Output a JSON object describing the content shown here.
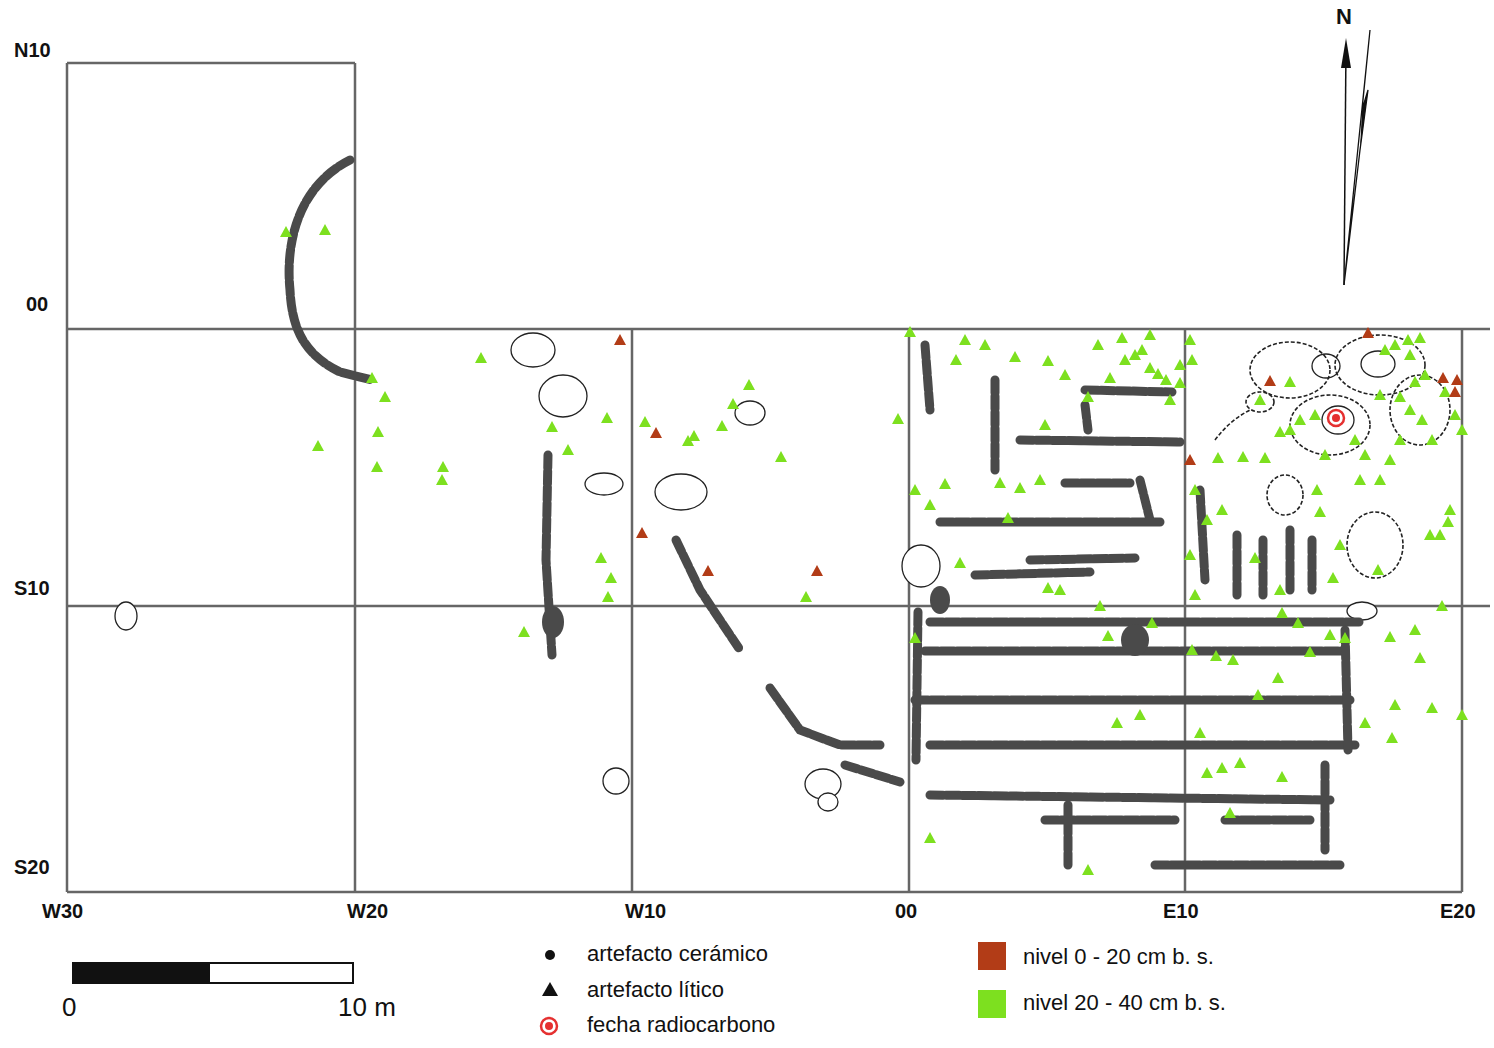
{
  "diagram": {
    "labels": [
      "N10",
      "00",
      "S10",
      "S20",
      "W30",
      "W20",
      "W10",
      "00",
      "E10",
      "E20",
      "N",
      "0",
      "10 m"
    ],
    "legend": [
      {
        "text": "artefacto cerámico"
      },
      {
        "text": "artefacto lítico"
      },
      {
        "text": "fecha radiocarbono"
      },
      {
        "text": "nivel 0 - 20 cm b. s.",
        "color": "#b23c17"
      },
      {
        "text": "nivel 20 - 40 cm b. s.",
        "color": "#7de01f"
      }
    ]
  }
}
